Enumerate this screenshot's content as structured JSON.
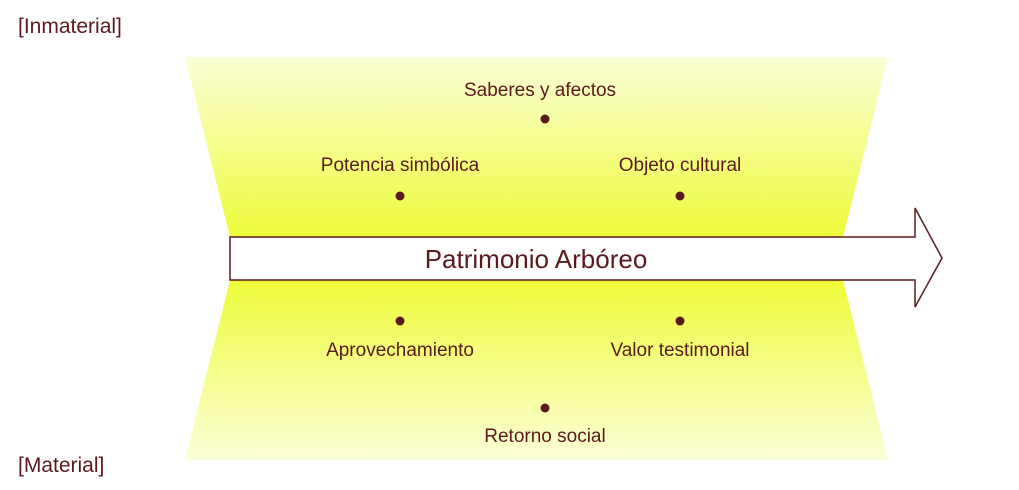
{
  "corners": {
    "top": "[Inmaterial]",
    "bottom": "[Material]"
  },
  "arrow": {
    "label": "Patrimonio Arbóreo"
  },
  "upper": [
    {
      "label": "Saberes y afectos"
    },
    {
      "label": "Potencia simbólica"
    },
    {
      "label": "Objeto cultural"
    }
  ],
  "lower": [
    {
      "label": "Aprovechamiento"
    },
    {
      "label": "Valor testimonial"
    },
    {
      "label": "Retorno social"
    }
  ],
  "colors": {
    "text": "#5a1a1e",
    "fill": "#eefc3a"
  }
}
